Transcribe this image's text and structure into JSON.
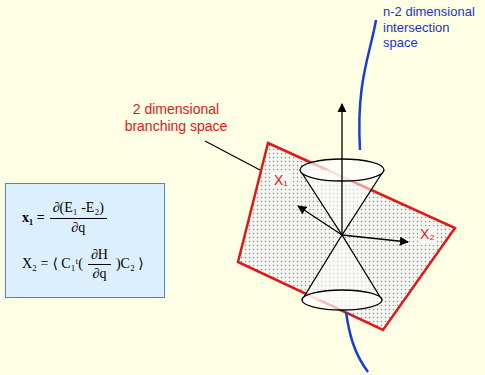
{
  "diagram": {
    "nodes": [
      {
        "text": [
          "x₁ =",
          "∂(E₁ -E₂)",
          "∂q",
          "X₂ =",
          "⟨ C₁ᵗ(",
          "∂H",
          "∂q",
          ")C₂ ⟩"
        ]
      }
    ],
    "labels": [
      "n-2 dimensional intersection space",
      "2 dimensional branching space",
      "X₁",
      "X₂"
    ]
  }
}
